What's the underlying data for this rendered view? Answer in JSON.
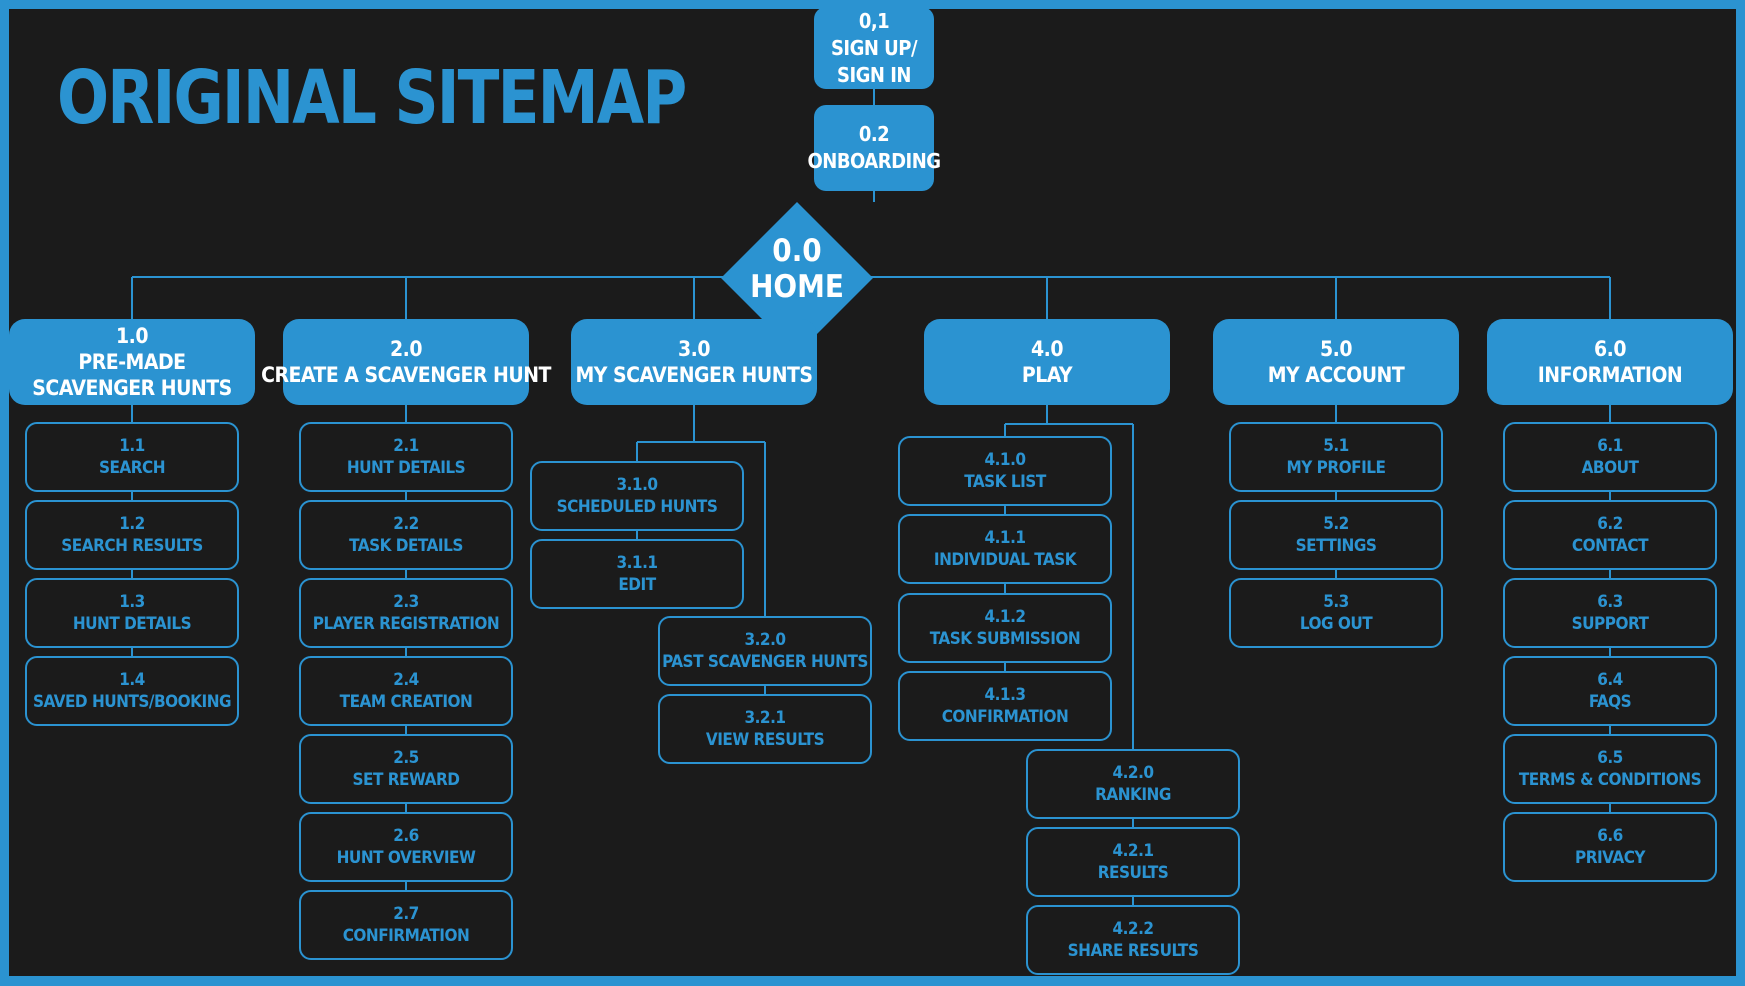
{
  "title": "ORIGINAL SITEMAP",
  "colors": {
    "accent": "#2b93d1",
    "background": "#1b1b1b",
    "text_on_accent": "#ffffff"
  },
  "entry": [
    {
      "num": "0,1",
      "label": "SIGN UP/ SIGN IN"
    },
    {
      "num": "0.2",
      "label": "ONBOARDING"
    }
  ],
  "home": {
    "num": "0.0",
    "label": "HOME"
  },
  "sections": [
    {
      "num": "1.0",
      "label": "PRE-MADE SCAVENGER HUNTS",
      "pages": [
        {
          "num": "1.1",
          "label": "SEARCH"
        },
        {
          "num": "1.2",
          "label": "SEARCH RESULTS"
        },
        {
          "num": "1.3",
          "label": "HUNT DETAILS"
        },
        {
          "num": "1.4",
          "label": "SAVED HUNTS/BOOKING"
        }
      ]
    },
    {
      "num": "2.0",
      "label": "CREATE A SCAVENGER HUNT",
      "pages": [
        {
          "num": "2.1",
          "label": "HUNT DETAILS"
        },
        {
          "num": "2.2",
          "label": "TASK DETAILS"
        },
        {
          "num": "2.3",
          "label": "PLAYER REGISTRATION"
        },
        {
          "num": "2.4",
          "label": "TEAM CREATION"
        },
        {
          "num": "2.5",
          "label": "SET REWARD"
        },
        {
          "num": "2.6",
          "label": "HUNT OVERVIEW"
        },
        {
          "num": "2.7",
          "label": "CONFIRMATION"
        }
      ]
    },
    {
      "num": "3.0",
      "label": "MY SCAVENGER HUNTS",
      "branches": [
        {
          "pages": [
            {
              "num": "3.1.0",
              "label": "SCHEDULED HUNTS"
            },
            {
              "num": "3.1.1",
              "label": "EDIT"
            }
          ]
        },
        {
          "pages": [
            {
              "num": "3.2.0",
              "label": "PAST SCAVENGER HUNTS"
            },
            {
              "num": "3.2.1",
              "label": "VIEW RESULTS"
            }
          ]
        }
      ]
    },
    {
      "num": "4.0",
      "label": "PLAY",
      "branches": [
        {
          "pages": [
            {
              "num": "4.1.0",
              "label": "TASK LIST"
            },
            {
              "num": "4.1.1",
              "label": "INDIVIDUAL TASK"
            },
            {
              "num": "4.1.2",
              "label": "TASK SUBMISSION"
            },
            {
              "num": "4.1.3",
              "label": "CONFIRMATION"
            }
          ]
        },
        {
          "pages": [
            {
              "num": "4.2.0",
              "label": "RANKING"
            },
            {
              "num": "4.2.1",
              "label": "RESULTS"
            },
            {
              "num": "4.2.2",
              "label": "SHARE RESULTS"
            }
          ]
        }
      ]
    },
    {
      "num": "5.0",
      "label": "MY ACCOUNT",
      "pages": [
        {
          "num": "5.1",
          "label": "MY PROFILE"
        },
        {
          "num": "5.2",
          "label": "SETTINGS"
        },
        {
          "num": "5.3",
          "label": "LOG OUT"
        }
      ]
    },
    {
      "num": "6.0",
      "label": "INFORMATION",
      "pages": [
        {
          "num": "6.1",
          "label": "ABOUT"
        },
        {
          "num": "6.2",
          "label": "CONTACT"
        },
        {
          "num": "6.3",
          "label": "SUPPORT"
        },
        {
          "num": "6.4",
          "label": "FAQS"
        },
        {
          "num": "6.5",
          "label": "TERMS & CONDITIONS"
        },
        {
          "num": "6.6",
          "label": "PRIVACY"
        }
      ]
    }
  ]
}
